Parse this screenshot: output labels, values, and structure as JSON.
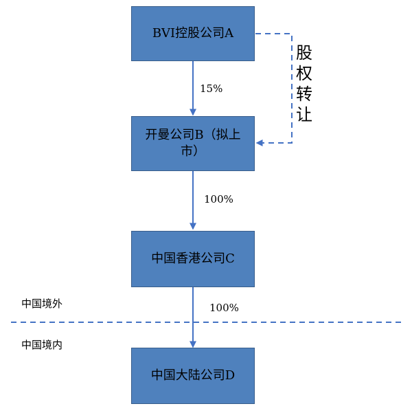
{
  "boxes": {
    "a": "BVI控股公司A",
    "b": "开曼公司B（拟上市）",
    "c": "中国香港公司C",
    "d": "中国大陆公司D"
  },
  "edges": {
    "a_to_b": "15%",
    "b_to_c": "100%",
    "c_to_d": "100%"
  },
  "transfer_label": "股权转让",
  "regions": {
    "overseas": "中国境外",
    "domestic": "中国境内"
  },
  "colors": {
    "box_fill": "#4f81bd",
    "box_border": "#385d8a",
    "arrow": "#4472c4",
    "dashed_line": "#4472c4"
  }
}
